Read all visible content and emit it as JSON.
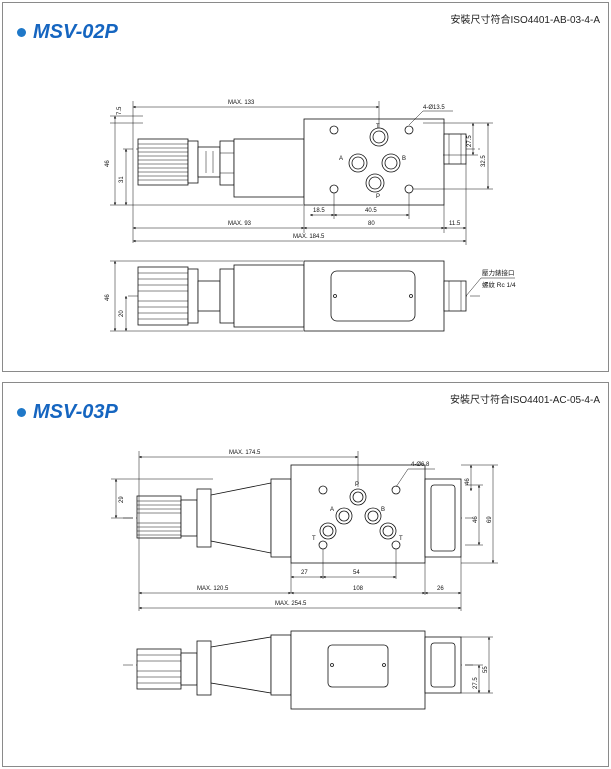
{
  "msv02": {
    "title": "MSV-02P",
    "spec": "安裝尺寸符合ISO4401-AB-03-4-A",
    "dims": {
      "max133": "MAX. 133",
      "holes": "4-Ø13.5",
      "d7_5": "7.5",
      "d46": "46",
      "d31": "31",
      "d27_5": "27.5",
      "d32_5": "32.5",
      "d18_5": "18.5",
      "d40_5": "40.5",
      "max93": "MAX. 93",
      "d80": "80",
      "d11_5": "11.5",
      "max184_5": "MAX. 184.5",
      "d46b": "46",
      "d20": "20"
    },
    "ports": {
      "T": "T",
      "A": "A",
      "B": "B",
      "P": "P"
    },
    "gauge": {
      "line1": "壓力錶接口",
      "line2": "螺紋 Rc 1/4"
    }
  },
  "msv03": {
    "title": "MSV-03P",
    "spec": "安裝尺寸符合ISO4401-AC-05-4-A",
    "dims": {
      "max174_5": "MAX. 174.5",
      "holes": "4-Ø6.8",
      "d29": "29",
      "d46": "46",
      "d46b": "46",
      "d69": "69",
      "d27": "27",
      "d54": "54",
      "max120_5": "MAX. 120.5",
      "d108": "108",
      "d26": "26",
      "max254_5": "MAX. 254.5",
      "d55": "55",
      "d27_5": "27.5"
    },
    "ports": {
      "P": "P",
      "A": "A",
      "B": "B",
      "T1": "T",
      "T2": "T"
    }
  }
}
